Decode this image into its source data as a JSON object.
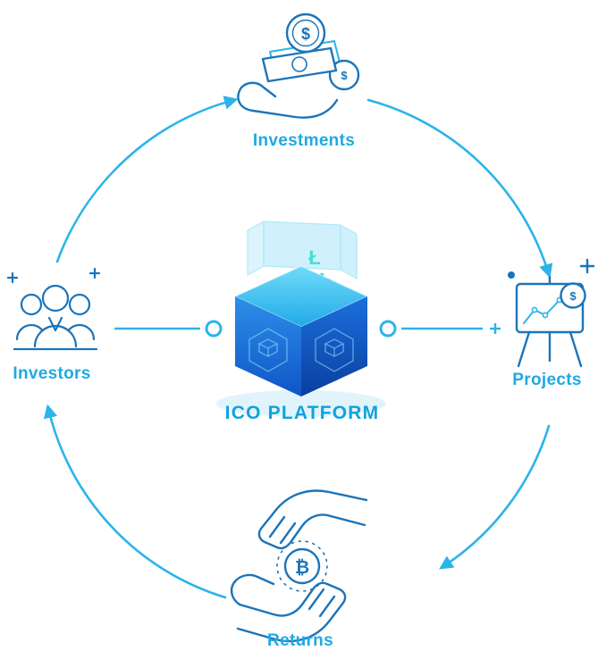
{
  "diagram": {
    "title": "ICO PLATFORM",
    "nodes": [
      {
        "id": "investments",
        "label": "Investments",
        "icon": "hand-with-money-icon",
        "position": "top"
      },
      {
        "id": "projects",
        "label": "Projects",
        "icon": "project-board-icon",
        "position": "right"
      },
      {
        "id": "returns",
        "label": "Returns",
        "icon": "bitcoin-exchange-hands-icon",
        "position": "bottom"
      },
      {
        "id": "investors",
        "label": "Investors",
        "icon": "investors-group-icon",
        "position": "left"
      }
    ],
    "center": {
      "icon": "blockchain-cube-icon"
    },
    "flow": [
      "Investors",
      "Investments",
      "Projects",
      "Returns"
    ],
    "currency_symbols": {
      "dollar": "$",
      "bitcoin": "₿",
      "litecoin": "Ł"
    },
    "colors": {
      "accent": "#2ab4ea",
      "label_text": "#1fa9e3",
      "title_text": "#11a2dc",
      "icon_stroke": "#1b74ba",
      "cube_top": "#5fd9f8",
      "cube_left": "#1a64d6",
      "cube_right": "#0a3f9f",
      "symbol_teal": "#3fe3cd"
    }
  }
}
